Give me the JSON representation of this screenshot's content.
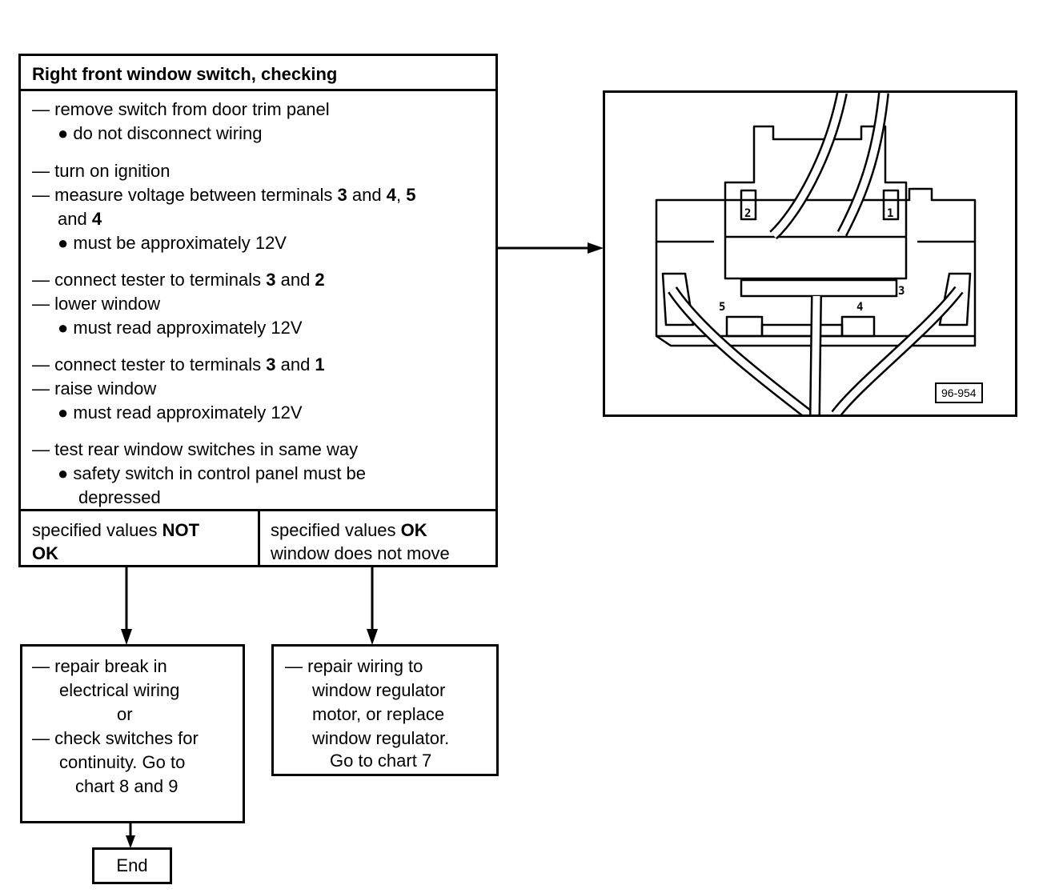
{
  "title": "Right front window switch, checking",
  "steps": {
    "s1": "— remove switch from door trim panel",
    "s1a": "● do not disconnect wiring",
    "s2": "— turn on ignition",
    "s3a": "— measure voltage between terminals ",
    "s3b": "3",
    "s3c": " and ",
    "s3d": "4",
    "s3e": ", ",
    "s3f": "5",
    "s3g": "and ",
    "s3h": "4",
    "s3i": "● must be approximately 12V",
    "s4a": "— connect tester to terminals ",
    "s4b": "3",
    "s4c": " and ",
    "s4d": "2",
    "s5": "— lower window",
    "s5a": "● must read approximately 12V",
    "s6a": "— connect tester to terminals ",
    "s6b": "3",
    "s6c": " and ",
    "s6d": "1",
    "s7": "— raise window",
    "s7a": "● must read approximately 12V",
    "s8": "— test rear window switches in same way",
    "s8a": "● safety switch in control panel must be",
    "s8b": "depressed"
  },
  "outcomes": {
    "not_ok_a": "specified values ",
    "not_ok_b": "NOT",
    "not_ok_c": "OK",
    "ok_a": "specified values ",
    "ok_b": "OK",
    "ok_c": "window does not move"
  },
  "actions": {
    "left": [
      "— repair break in",
      "electrical wiring",
      "or",
      "— check switches for",
      "continuity. Go to",
      "chart 8 and 9"
    ],
    "right": [
      "— repair wiring to",
      "window regulator",
      "motor, or replace",
      "window regulator.",
      "Go to chart 7"
    ]
  },
  "end_label": "End",
  "figure": {
    "code": "96-954",
    "terminals": [
      "2",
      "1",
      "5",
      "4",
      "3"
    ]
  }
}
